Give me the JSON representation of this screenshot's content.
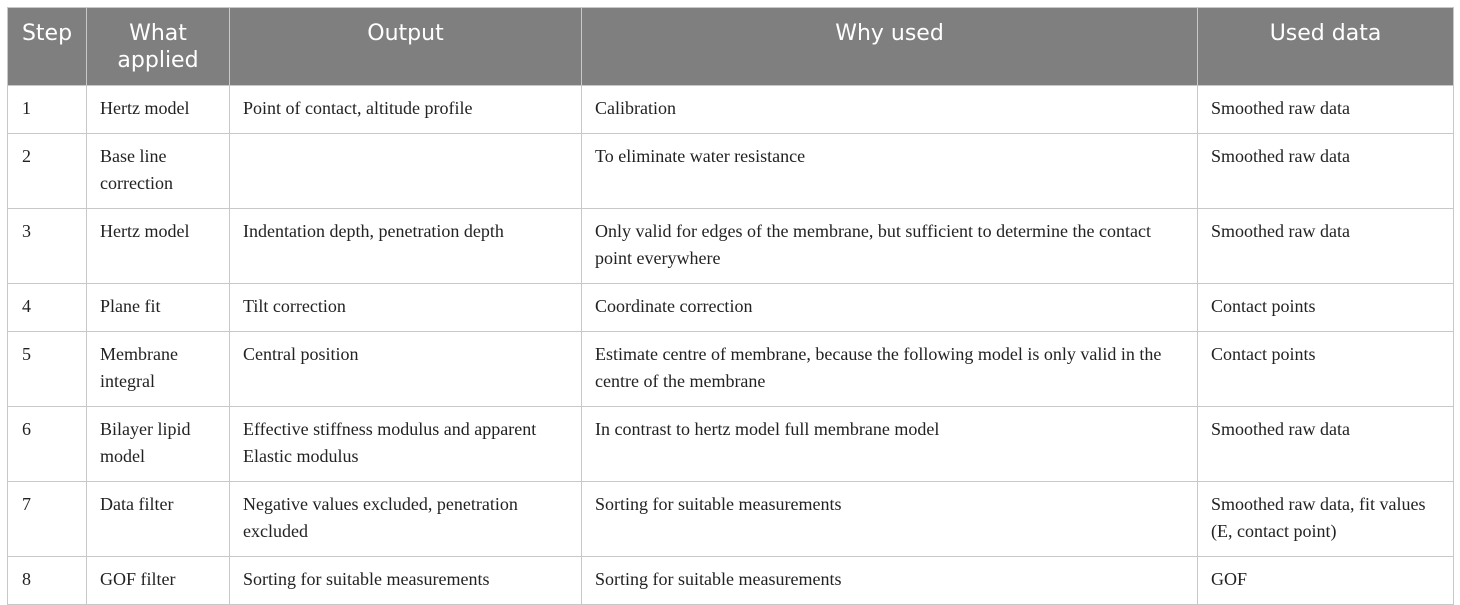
{
  "table": {
    "headers": [
      "Step",
      "What applied",
      "Output",
      "Why used",
      "Used data"
    ],
    "rows": [
      {
        "step": "1",
        "what": "Hertz model",
        "output": "Point of contact, altitude profile",
        "why": "Calibration",
        "data": "Smoothed raw data"
      },
      {
        "step": "2",
        "what": "Base line correction",
        "output": "",
        "why": "To eliminate water resistance",
        "data": "Smoothed raw data"
      },
      {
        "step": "3",
        "what": "Hertz model",
        "output": "Indentation depth, penetration depth",
        "why": "Only valid for edges of the membrane, but sufficient to determine the contact point everywhere",
        "data": "Smoothed raw data"
      },
      {
        "step": "4",
        "what": "Plane fit",
        "output": "Tilt correction",
        "why": "Coordinate correction",
        "data": "Contact points"
      },
      {
        "step": "5",
        "what": "Membrane integral",
        "output": "Central position",
        "why": "Estimate centre of membrane, because the following model is only valid in the centre of the membrane",
        "data": "Contact points"
      },
      {
        "step": "6",
        "what": "Bilayer lipid model",
        "output": "Effective stiffness modulus and apparent Elastic modulus",
        "why": "In contrast to hertz model full membrane model",
        "data": "Smoothed raw data"
      },
      {
        "step": "7",
        "what": "Data filter",
        "output": "Negative values excluded, penetration excluded",
        "why": "Sorting for suitable measurements",
        "data": "Smoothed raw data, fit values (E, contact point)"
      },
      {
        "step": "8",
        "what": "GOF filter",
        "output": "Sorting for suitable measurements",
        "why": "Sorting for suitable measurements",
        "data": "GOF"
      }
    ]
  }
}
